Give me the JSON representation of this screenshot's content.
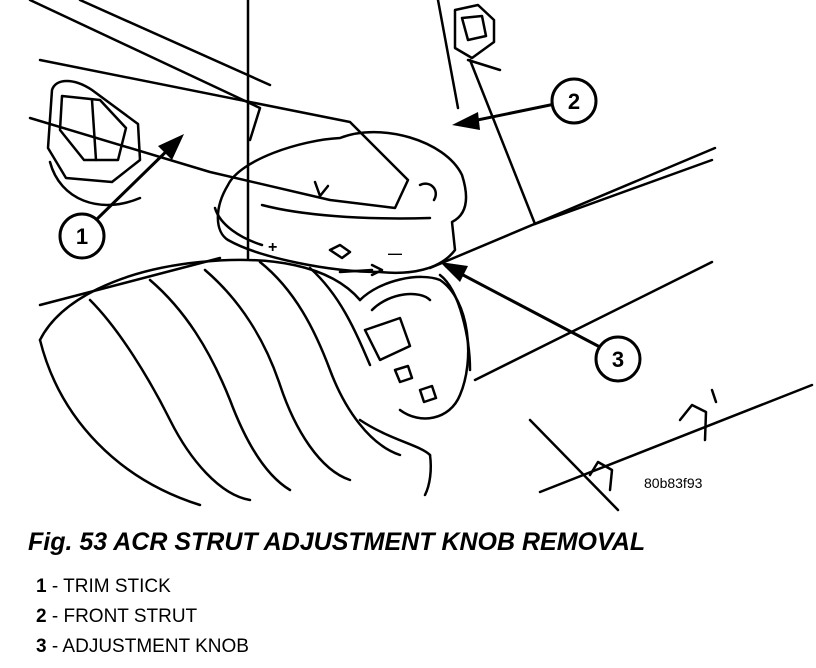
{
  "figure": {
    "code": "80b83f93",
    "title": "Fig. 53 ACR STRUT ADJUSTMENT KNOB REMOVAL"
  },
  "callouts": [
    {
      "number": "1",
      "label": "TRIM STICK"
    },
    {
      "number": "2",
      "label": "FRONT STRUT"
    },
    {
      "number": "3",
      "label": "ADJUSTMENT KNOB"
    }
  ],
  "knob_markings": {
    "plus": "+",
    "minus": "—"
  },
  "colors": {
    "line": "#000000",
    "background": "#ffffff"
  }
}
